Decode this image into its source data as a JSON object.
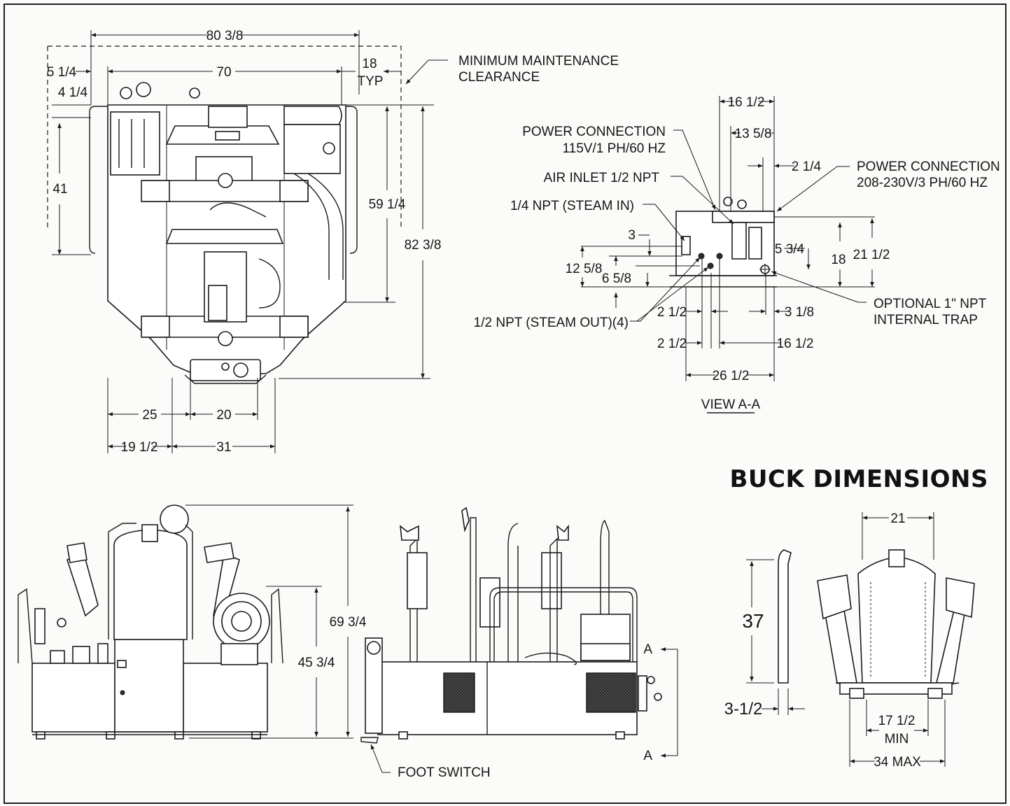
{
  "title": "BUCK DIMENSIONS",
  "labels": {
    "min_maint_1": "MINIMUM MAINTENANCE",
    "min_maint_2": "CLEARANCE",
    "power_115_1": "POWER CONNECTION",
    "power_115_2": "115V/1 PH/60 HZ",
    "air_inlet": "AIR INLET 1/2 NPT",
    "steam_in": "1/4 NPT (STEAM IN)",
    "steam_out": "1/2 NPT (STEAM OUT)(4)",
    "power_208_1": "POWER CONNECTION",
    "power_208_2": "208-230V/3 PH/60 HZ",
    "trap_1": "OPTIONAL 1\" NPT",
    "trap_2": "INTERNAL TRAP",
    "view_aa": "VIEW A-A",
    "foot_switch": "FOOT SWITCH",
    "section_a_top": "A",
    "section_a_bottom": "A",
    "typ": "TYP",
    "min": "MIN",
    "max_34": "34 MAX"
  },
  "dims": {
    "d80_38": "80 3/8",
    "d70": "70",
    "d18": "18",
    "d5_14": "5 1/4",
    "d4_14": "4 1/4",
    "d41": "41",
    "d59_14": "59 1/4",
    "d82_38": "82 3/8",
    "d25": "25",
    "d20": "20",
    "d19_12": "19 1/2",
    "d31": "31",
    "d16_12_top": "16 1/2",
    "d13_58": "13 5/8",
    "d2_14": "2 1/4",
    "d3": "3",
    "d12_58": "12 5/8",
    "d6_58": "6 5/8",
    "d5_34": "5 3/4",
    "d18_aa": "18",
    "d21_12": "21 1/2",
    "d2_12_a": "2 1/2",
    "d3_18": "3 1/8",
    "d2_12_b": "2 1/2",
    "d16_12_bot": "16 1/2",
    "d26_12": "26 1/2",
    "d69_34": "69 3/4",
    "d45_34": "45 3/4",
    "d37": "37",
    "d3_12": "3-1/2",
    "d21": "21",
    "d17_12": "17 1/2"
  }
}
